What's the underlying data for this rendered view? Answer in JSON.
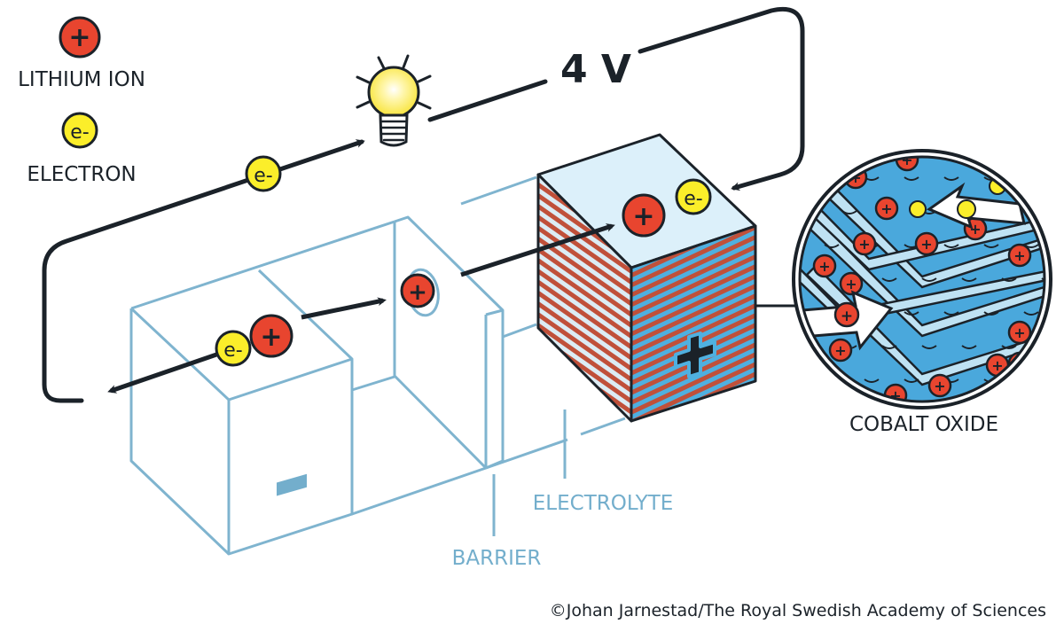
{
  "legend": {
    "lithium_ion": {
      "symbol": "+",
      "label": "LITHIUM ION"
    },
    "electron": {
      "symbol": "e-",
      "label": "ELECTRON"
    }
  },
  "voltage_label": "4 V",
  "labels": {
    "cobalt_oxide": "COBALT OXIDE",
    "electrolyte": "ELECTROLYTE",
    "barrier": "BARRIER",
    "anode_sign": "−",
    "cathode_sign": "+"
  },
  "particles": {
    "ion_symbol": "+",
    "electron_symbol": "e-"
  },
  "credit": "©Johan Jarnestad/The Royal Swedish Academy of Sciences",
  "colors": {
    "ion_red": "#e8452f",
    "electron_yellow": "#fbee2a",
    "outline_blue": "#7fb4cf",
    "label_blue": "#73aecc",
    "dark": "#1b2229",
    "cathode_top": "#dcf0fa",
    "stripe_red": "#c0503a",
    "stripe_blue": "#4fb0e0",
    "zoom_bg": "#4aa8dc"
  }
}
